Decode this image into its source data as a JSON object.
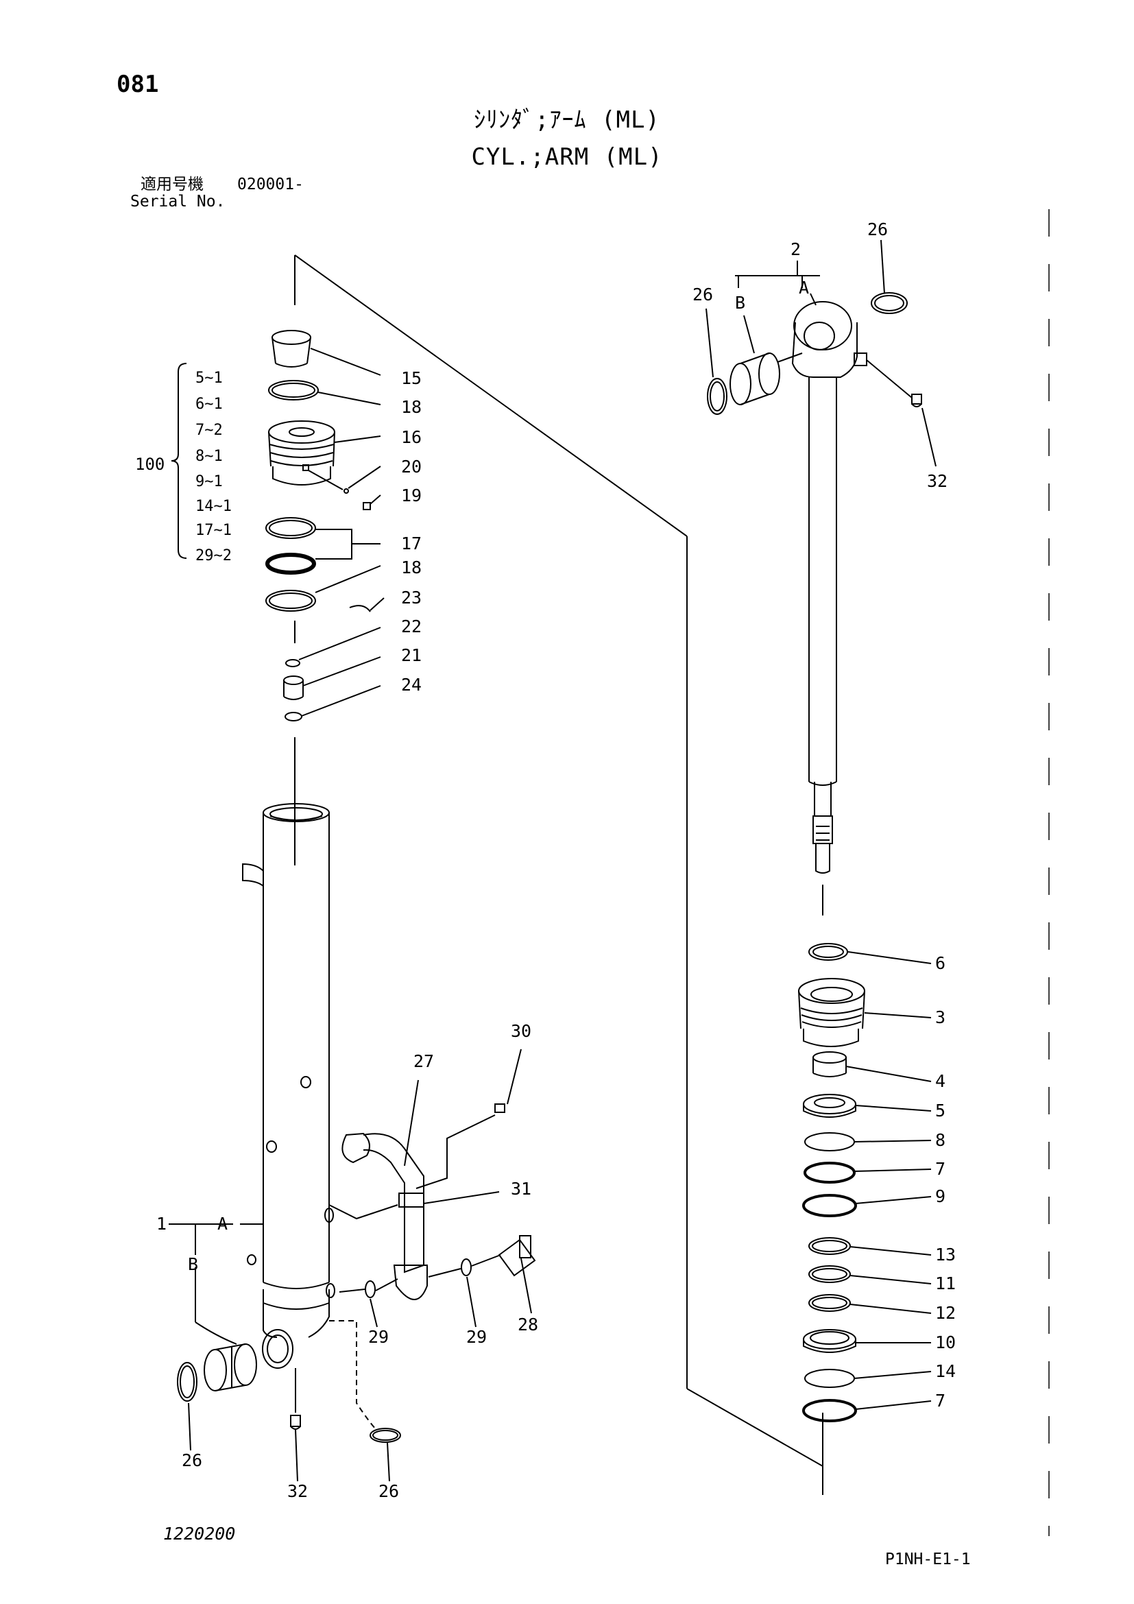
{
  "header": {
    "page_number": "081",
    "title_jp": "ｼﾘﾝﾀﾞ;ｱｰﾑ (ML)",
    "title_en": "CYL.;ARM (ML)",
    "serial_label_jp": "適用号機",
    "serial_value": "020001-",
    "serial_label_en": "Serial No."
  },
  "kit": {
    "number": "100",
    "items": [
      "5~1",
      "6~1",
      "7~2",
      "8~1",
      "9~1",
      "14~1",
      "17~1",
      "29~2"
    ]
  },
  "callouts": {
    "c2": "2",
    "c26a": "26",
    "c26b": "26",
    "c32a": "32",
    "cA1": "A",
    "cB1": "B",
    "c15": "15",
    "c18a": "18",
    "c16": "16",
    "c20": "20",
    "c19": "19",
    "c17": "17",
    "c18b": "18",
    "c23": "23",
    "c22": "22",
    "c21": "21",
    "c24": "24",
    "c6": "6",
    "c3": "3",
    "c4": "4",
    "c5": "5",
    "c8": "8",
    "c7a": "7",
    "c9": "9",
    "c13": "13",
    "c11": "11",
    "c12": "12",
    "c10": "10",
    "c14": "14",
    "c7b": "7",
    "c30": "30",
    "c27": "27",
    "c31": "31",
    "c1": "1",
    "cA2": "A",
    "cB2": "B",
    "c28": "28",
    "c29a": "29",
    "c29b": "29",
    "c26c": "26",
    "c32b": "32",
    "c26d": "26"
  },
  "footer": {
    "doc_id": "1220200",
    "page_code": "P1NH-E1-1"
  }
}
